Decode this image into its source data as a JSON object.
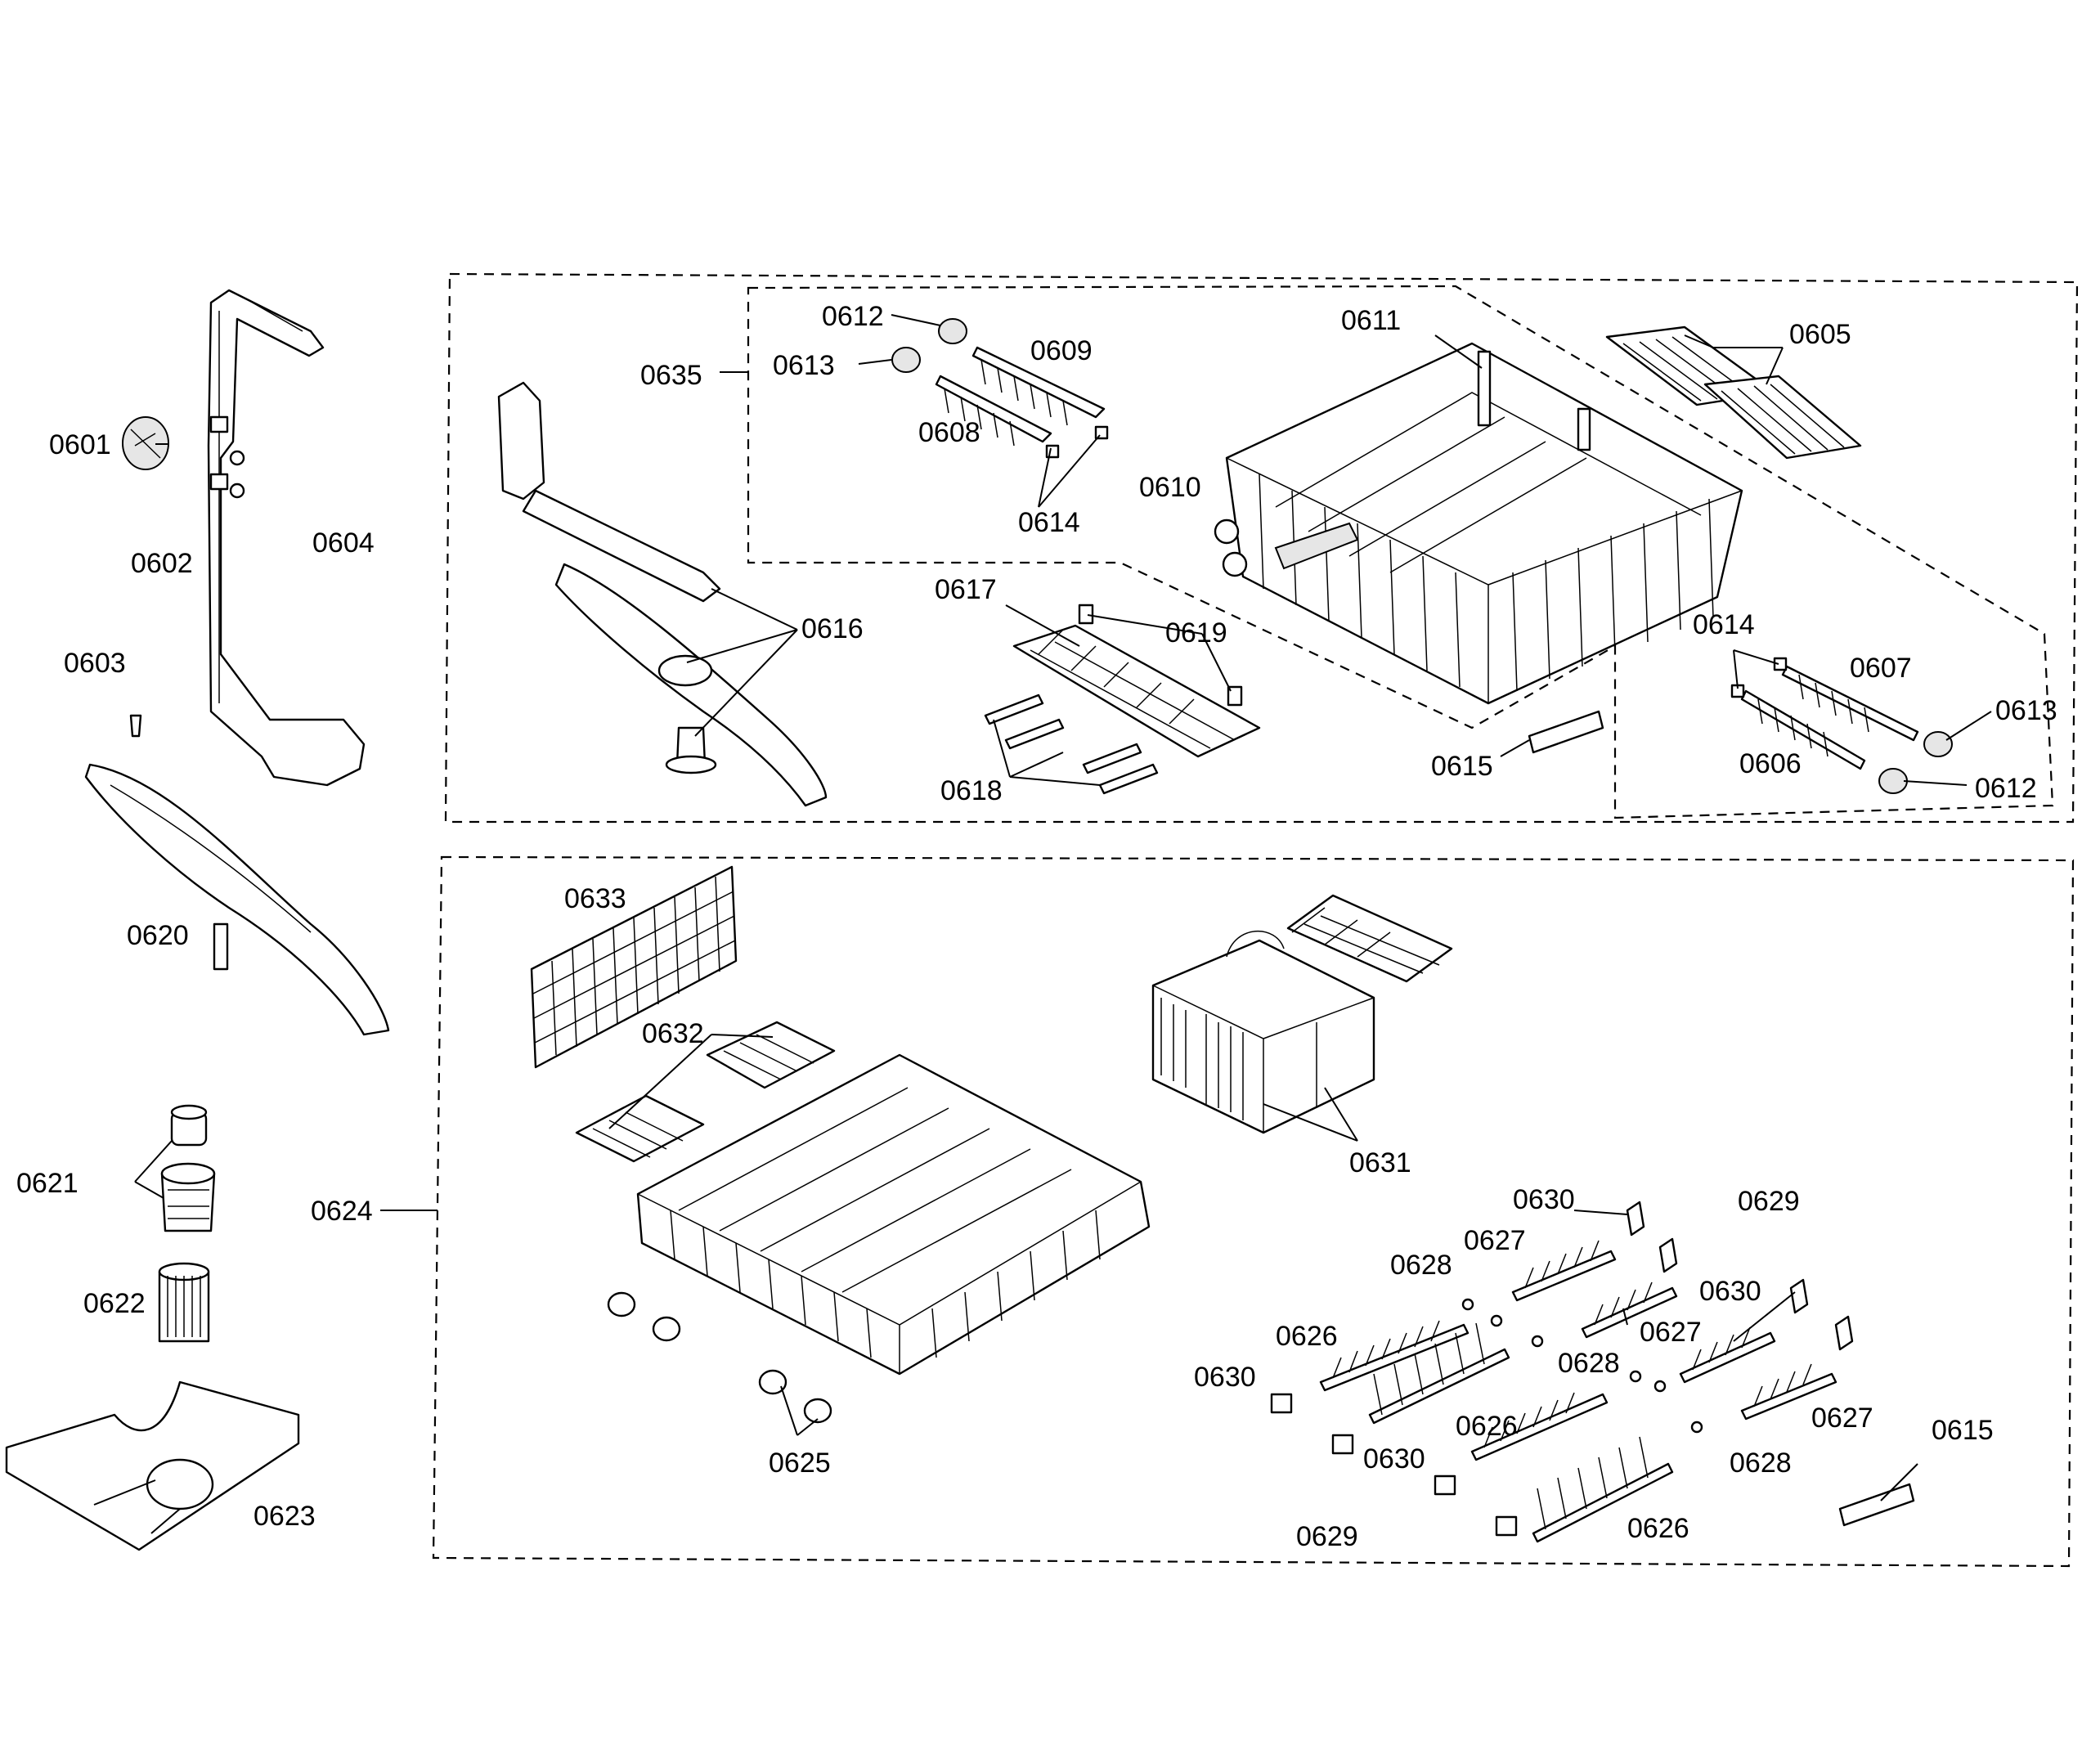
{
  "labels": {
    "p0601": "0601",
    "p0602": "0602",
    "p0603": "0603",
    "p0604": "0604",
    "p0605": "0605",
    "p0606": "0606",
    "p0607": "0607",
    "p0608": "0608",
    "p0609": "0609",
    "p0610": "0610",
    "p0611": "0611",
    "p0612a": "0612",
    "p0612b": "0612",
    "p0613a": "0613",
    "p0613b": "0613",
    "p0614a": "0614",
    "p0614b": "0614",
    "p0615a": "0615",
    "p0615b": "0615",
    "p0616": "0616",
    "p0617": "0617",
    "p0618": "0618",
    "p0619": "0619",
    "p0620": "0620",
    "p0621": "0621",
    "p0622": "0622",
    "p0623": "0623",
    "p0624": "0624",
    "p0625": "0625",
    "p0626a": "0626",
    "p0626b": "0626",
    "p0626c": "0626",
    "p0627a": "0627",
    "p0627b": "0627",
    "p0627c": "0627",
    "p0628a": "0628",
    "p0628b": "0628",
    "p0628c": "0628",
    "p0629a": "0629",
    "p0629b": "0629",
    "p0630a": "0630",
    "p0630b": "0630",
    "p0630c": "0630",
    "p0630d": "0630",
    "p0631": "0631",
    "p0632": "0632",
    "p0633": "0633",
    "p0635": "0635"
  },
  "colors": {
    "line": "#000000",
    "background": "#ffffff",
    "shade": "#e6e6e6"
  }
}
